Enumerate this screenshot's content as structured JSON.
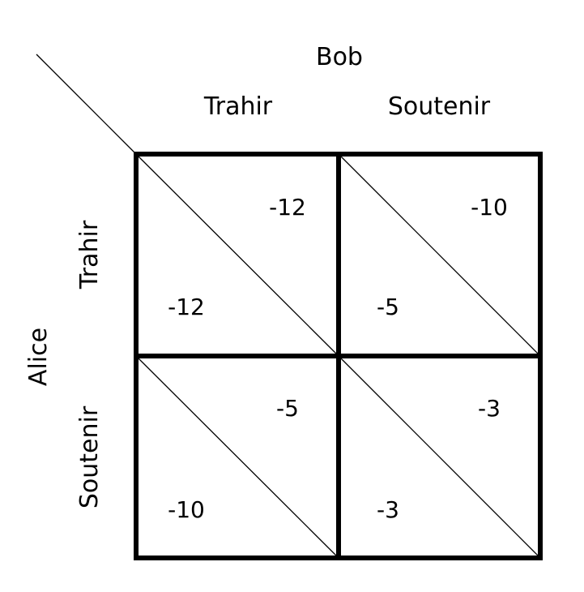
{
  "players": {
    "column": "Bob",
    "row": "Alice"
  },
  "strategies": {
    "column": [
      "Trahir",
      "Soutenir"
    ],
    "row": [
      "Trahir",
      "Soutenir"
    ]
  },
  "payoffs": {
    "trahir_trahir": {
      "bob": "-12",
      "alice": "-12"
    },
    "trahir_soutenir": {
      "bob": "-10",
      "alice": "-5"
    },
    "soutenir_trahir": {
      "bob": "-5",
      "alice": "-10"
    },
    "soutenir_soutenir": {
      "bob": "-3",
      "alice": "-3"
    }
  },
  "colors": {
    "ink": "#000000",
    "background": "#ffffff"
  }
}
